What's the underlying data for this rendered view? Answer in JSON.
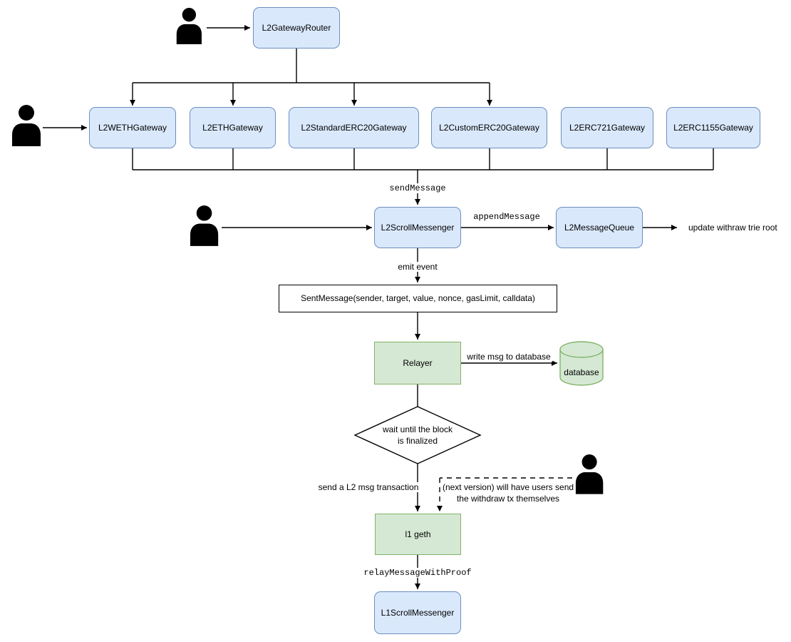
{
  "diagram": {
    "nodes": {
      "router": {
        "label": "L2GatewayRouter"
      },
      "gateways": [
        {
          "label": "L2WETHGateway"
        },
        {
          "label": "L2ETHGateway"
        },
        {
          "label": "L2StandardERC20Gateway"
        },
        {
          "label": "L2CustomERC20Gateway"
        },
        {
          "label": "L2ERC721Gateway"
        },
        {
          "label": "L2ERC1155Gateway"
        }
      ],
      "messenger": {
        "label": "L2ScrollMessenger"
      },
      "queue": {
        "label": "L2MessageQueue"
      },
      "event": {
        "label": "SentMessage(sender, target, value, nonce, gasLimit, calldata)"
      },
      "relayer": {
        "label": "Relayer"
      },
      "database": {
        "label": "database"
      },
      "decision": {
        "line1": "wait until the block",
        "line2": "is finalized"
      },
      "geth": {
        "label": "l1 geth"
      },
      "l1_messenger": {
        "label": "L1ScrollMessenger"
      }
    },
    "labels": {
      "send_message": "sendMessage",
      "append_message": "appendMessage",
      "update_root": "update withraw trie root",
      "emit_event": "emit event",
      "write_db": "write msg to database",
      "send_l2_tx": "send a L2 msg transaction",
      "next_version_1": "(next version) will have users send",
      "next_version_2": "the withdraw tx themselves",
      "relay_proof": "relayMessageWithProof"
    },
    "icons": {
      "user": "user-icon"
    },
    "colors": {
      "blue_fill": "#dae8fc",
      "blue_stroke": "#6c8ebf",
      "green_fill": "#d5e8d4",
      "green_stroke": "#82b366",
      "line": "#000000",
      "text": "#000000",
      "background": "#ffffff"
    }
  }
}
